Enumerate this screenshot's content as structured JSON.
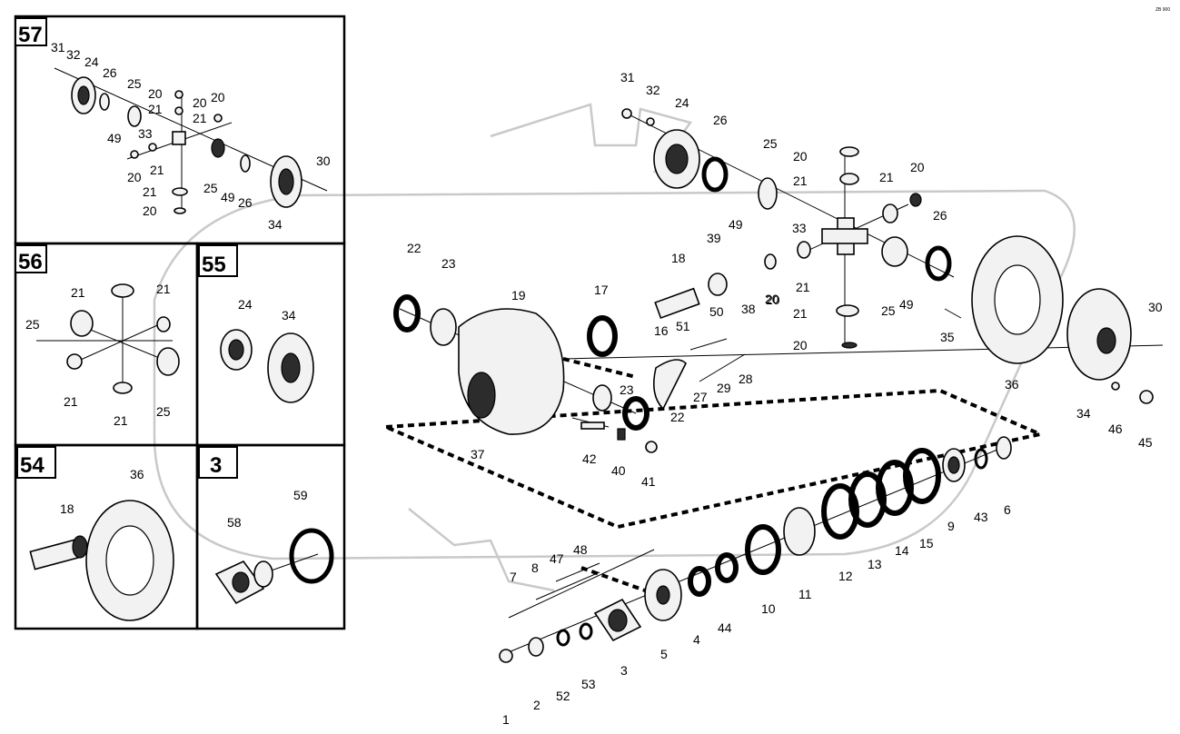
{
  "corner_code": "ZB 900",
  "boxes": [
    {
      "id": "57",
      "label": "57"
    },
    {
      "id": "56",
      "label": "56"
    },
    {
      "id": "55",
      "label": "55"
    },
    {
      "id": "54",
      "label": "54"
    },
    {
      "id": "3",
      "label": "3"
    }
  ],
  "box57_labels": [
    "31",
    "32",
    "24",
    "26",
    "25",
    "20",
    "21",
    "20",
    "49",
    "33",
    "21",
    "20",
    "21",
    "20",
    "25",
    "49",
    "26",
    "30",
    "34"
  ],
  "box56_labels": [
    "21",
    "21",
    "25",
    "21",
    "25",
    "21"
  ],
  "box55_labels": [
    "24",
    "34"
  ],
  "box54_labels": [
    "36",
    "18"
  ],
  "box3_labels": [
    "58",
    "59"
  ],
  "main_labels": [
    "31",
    "32",
    "24",
    "26",
    "25",
    "20",
    "21",
    "21",
    "20",
    "33",
    "26",
    "49",
    "21",
    "20",
    "25",
    "49",
    "21",
    "20",
    "22",
    "23",
    "19",
    "18",
    "39",
    "17",
    "38",
    "20",
    "16",
    "51",
    "50",
    "28",
    "27",
    "29",
    "23",
    "22",
    "37",
    "42",
    "40",
    "41",
    "35",
    "30",
    "36",
    "34",
    "46",
    "45",
    "6",
    "43",
    "9",
    "15",
    "14",
    "13",
    "12",
    "11",
    "10",
    "44",
    "4",
    "5",
    "3",
    "53",
    "52",
    "2",
    "1",
    "7",
    "8",
    "47",
    "48"
  ]
}
